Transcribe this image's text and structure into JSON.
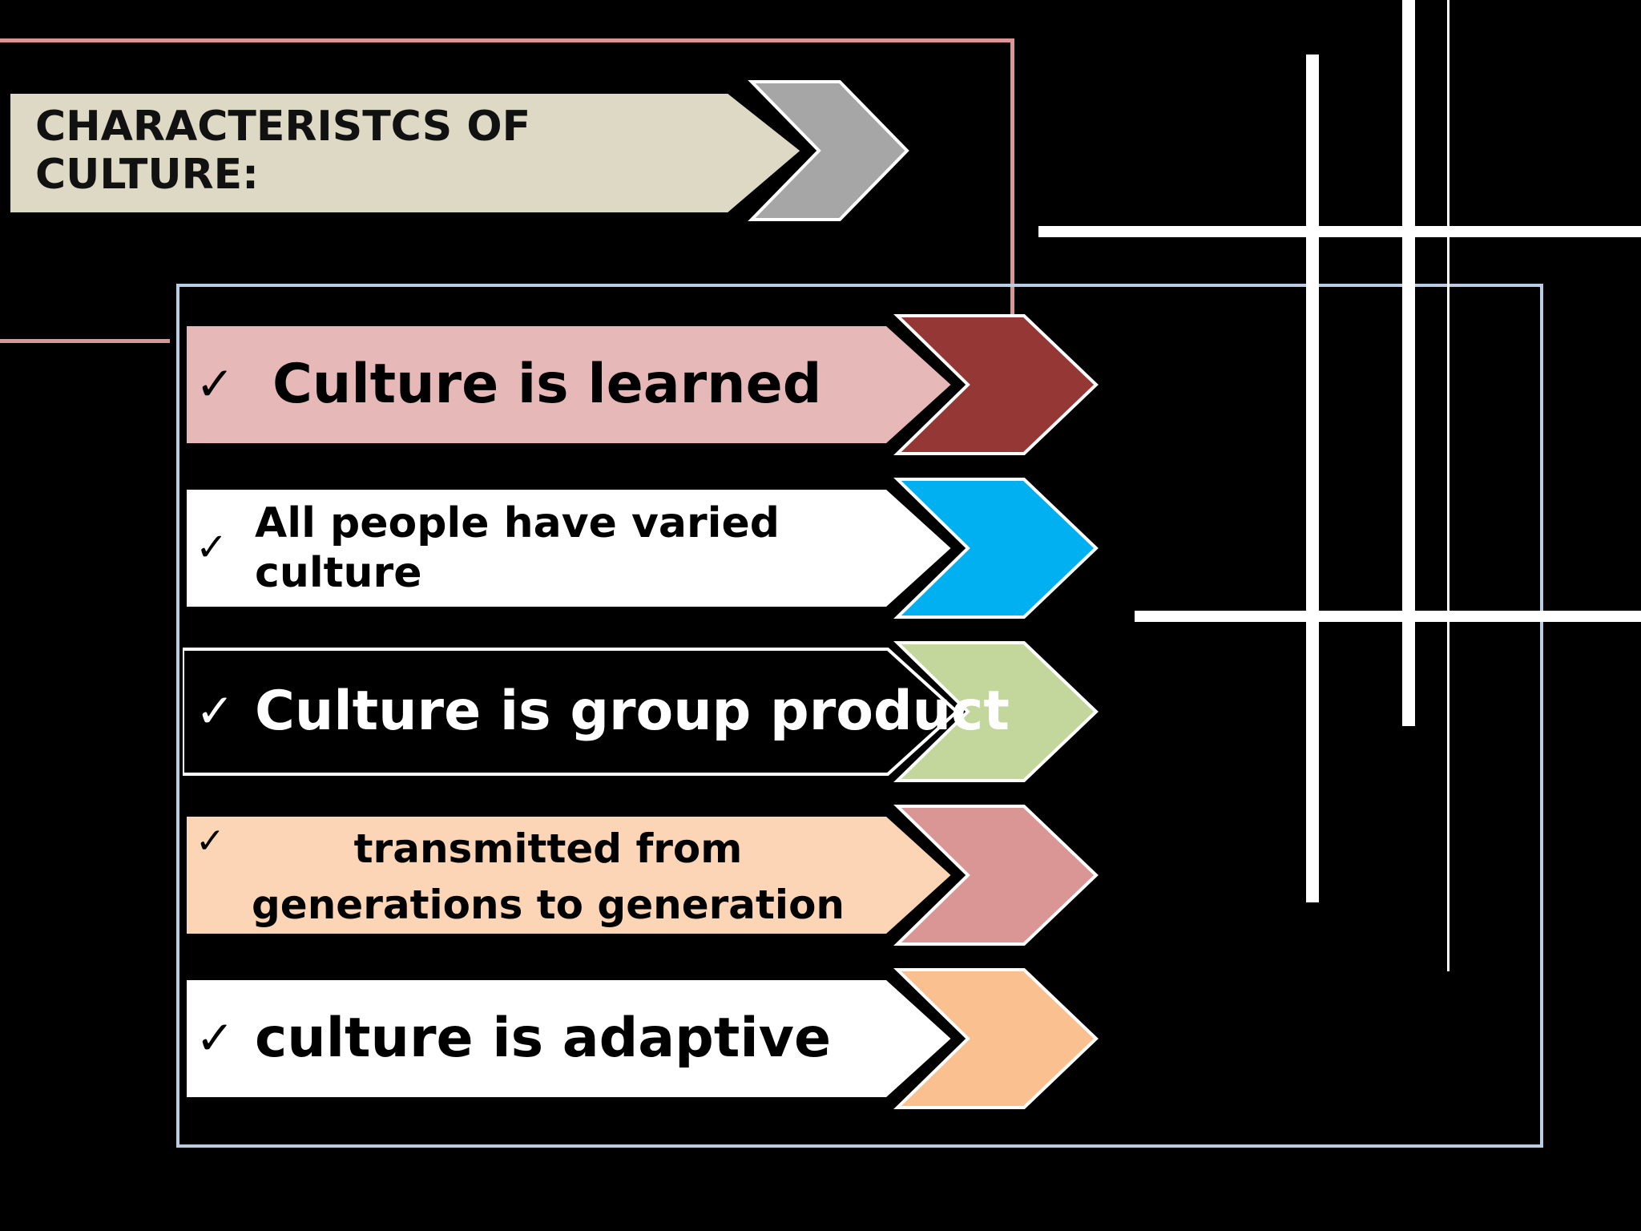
{
  "colors": {
    "background": "#000000",
    "header_fill": "#DDD9C4",
    "header_arrow": "#A6A6A6",
    "frame_pink": "#D99694",
    "frame_blue": "#B9CDE5",
    "white_lines": "#FFFFFF"
  },
  "header": {
    "title": "CHARACTERISTCS OF CULTURE:"
  },
  "items": [
    {
      "check": "✓",
      "label": "Culture is learned",
      "fill": "#E6B9B8",
      "arrow": "#953735",
      "text_color": "#000000"
    },
    {
      "check": "✓",
      "label": "All people have varied culture",
      "fill": "#FFFFFF",
      "arrow": "#00B0F0",
      "text_color": "#000000"
    },
    {
      "check": "✓",
      "label": "Culture is group product",
      "fill": "#000000",
      "arrow": "#C3D69B",
      "text_color": "#FFFFFF"
    },
    {
      "check": "✓",
      "label": "transmitted from generations to generation",
      "fill": "#FBD5B5",
      "arrow": "#D99694",
      "text_color": "#000000"
    },
    {
      "check": "✓",
      "label": "culture is adaptive",
      "fill": "#FFFFFF",
      "arrow": "#FAC090",
      "text_color": "#000000"
    }
  ]
}
